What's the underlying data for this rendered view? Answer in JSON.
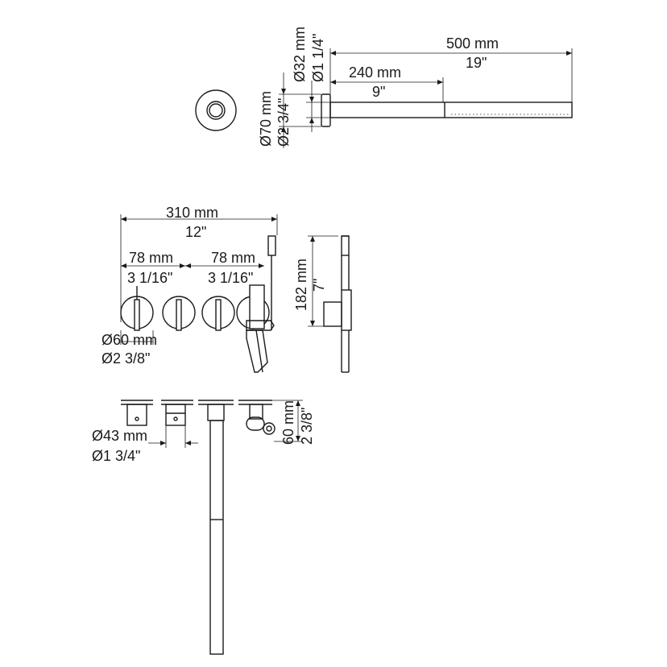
{
  "dimensions": {
    "diam_32_mm": "Ø32 mm",
    "diam_32_in": "Ø1 1/4\"",
    "len_500_mm": "500 mm",
    "len_500_in": "19\"",
    "len_240_mm": "240 mm",
    "len_240_in": "9\"",
    "diam_70_mm": "Ø70 mm",
    "diam_70_in": "Ø2 3/4\"",
    "width_310_mm": "310 mm",
    "width_310_in": "12\"",
    "spacing_78_mm_a": "78 mm",
    "spacing_78_in_a": "3 1/16\"",
    "spacing_78_mm_b": "78 mm",
    "spacing_78_in_b": "3 1/16\"",
    "diam_60_mm": "Ø60 mm",
    "diam_60_in": "Ø2 3/8\"",
    "height_182_mm": "182 mm",
    "height_182_in": "7\"",
    "diam_43_mm": "Ø43 mm",
    "diam_43_in": "Ø1 3/4\"",
    "depth_60_mm": "60 mm",
    "depth_60_in": "2 3/8\""
  }
}
